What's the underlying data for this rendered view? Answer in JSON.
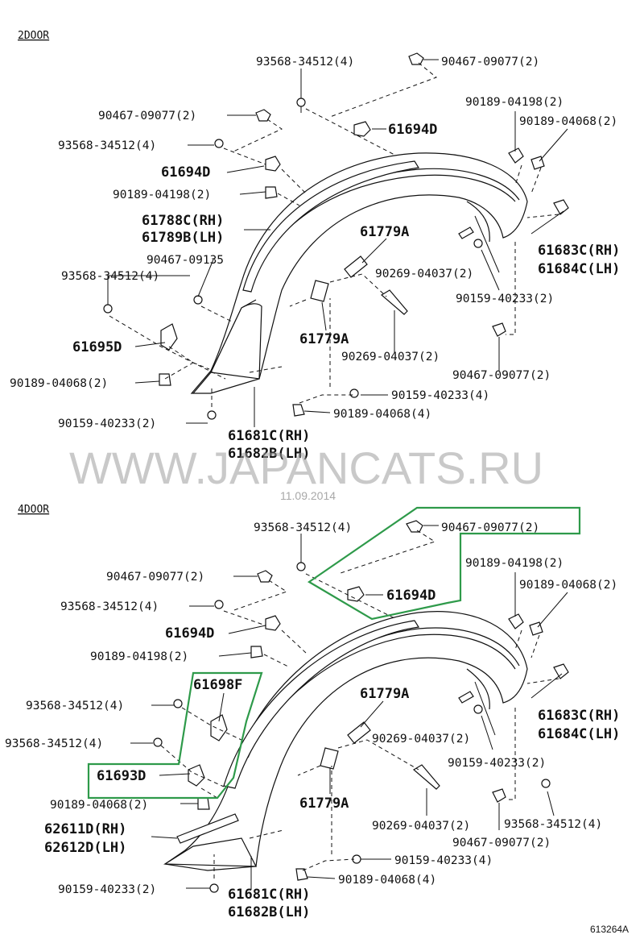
{
  "sections": [
    {
      "title": "2DOOR",
      "parts": [
        {
          "id": "u1",
          "label": "93568-34512(4)"
        },
        {
          "id": "u2",
          "label": "90467-09077(2)"
        },
        {
          "id": "u3",
          "label": "90467-09077(2)"
        },
        {
          "id": "u4",
          "label": "61694D"
        },
        {
          "id": "u5",
          "label": "93568-34512(4)"
        },
        {
          "id": "u6",
          "label": "61694D"
        },
        {
          "id": "u7",
          "label": "90189-04198(2)"
        },
        {
          "id": "u8",
          "label": "90189-04068(2)"
        },
        {
          "id": "u9",
          "label": "90189-04198(2)"
        },
        {
          "id": "u10",
          "label": "61788C(RH)"
        },
        {
          "id": "u11",
          "label": "61789B(LH)"
        },
        {
          "id": "u12",
          "label": "61779A"
        },
        {
          "id": "u13",
          "label": "90467-09135"
        },
        {
          "id": "u14",
          "label": "93568-34512(4)"
        },
        {
          "id": "u15",
          "label": "90269-04037(2)"
        },
        {
          "id": "u16",
          "label": "61683C(RH)"
        },
        {
          "id": "u17",
          "label": "61684C(LH)"
        },
        {
          "id": "u18",
          "label": "90159-40233(2)"
        },
        {
          "id": "u19",
          "label": "61695D"
        },
        {
          "id": "u20",
          "label": "61779A"
        },
        {
          "id": "u21",
          "label": "90269-04037(2)"
        },
        {
          "id": "u22",
          "label": "90467-09077(2)"
        },
        {
          "id": "u23",
          "label": "90189-04068(2)"
        },
        {
          "id": "u24",
          "label": "90159-40233(4)"
        },
        {
          "id": "u25",
          "label": "90189-04068(4)"
        },
        {
          "id": "u26",
          "label": "90159-40233(2)"
        },
        {
          "id": "u27",
          "label": "61681C(RH)"
        },
        {
          "id": "u28",
          "label": "61682B(LH)"
        }
      ]
    },
    {
      "title": "4DOOR",
      "parts": [
        {
          "id": "l1",
          "label": "93568-34512(4)"
        },
        {
          "id": "l2",
          "label": "90467-09077(2)"
        },
        {
          "id": "l3",
          "label": "90467-09077(2)"
        },
        {
          "id": "l4",
          "label": "90189-04198(2)"
        },
        {
          "id": "l5",
          "label": "93568-34512(4)"
        },
        {
          "id": "l6",
          "label": "61694D"
        },
        {
          "id": "l7",
          "label": "90189-04068(2)"
        },
        {
          "id": "l8",
          "label": "61694D"
        },
        {
          "id": "l9",
          "label": "90189-04198(2)"
        },
        {
          "id": "l10",
          "label": "61698F"
        },
        {
          "id": "l11",
          "label": "61779A"
        },
        {
          "id": "l12",
          "label": "93568-34512(4)"
        },
        {
          "id": "l13",
          "label": "61683C(RH)"
        },
        {
          "id": "l14",
          "label": "90269-04037(2)"
        },
        {
          "id": "l15",
          "label": "61684C(LH)"
        },
        {
          "id": "l16",
          "label": "93568-34512(4)"
        },
        {
          "id": "l17",
          "label": "90159-40233(2)"
        },
        {
          "id": "l18",
          "label": "61693D"
        },
        {
          "id": "l19",
          "label": "90189-04068(2)"
        },
        {
          "id": "l20",
          "label": "61779A"
        },
        {
          "id": "l21",
          "label": "62611D(RH)"
        },
        {
          "id": "l22",
          "label": "90269-04037(2)"
        },
        {
          "id": "l23",
          "label": "93568-34512(4)"
        },
        {
          "id": "l24",
          "label": "62612D(LH)"
        },
        {
          "id": "l25",
          "label": "90467-09077(2)"
        },
        {
          "id": "l26",
          "label": "90159-40233(4)"
        },
        {
          "id": "l27",
          "label": "90189-04068(4)"
        },
        {
          "id": "l28",
          "label": "90159-40233(2)"
        },
        {
          "id": "l29",
          "label": "61681C(RH)"
        },
        {
          "id": "l30",
          "label": "61682B(LH)"
        }
      ]
    }
  ],
  "watermark": {
    "text": "WWW.JAPANCATS.RU",
    "date": "11.09.2014"
  },
  "figure_ref": "613264A",
  "colors": {
    "highlight": "#2e9a4a",
    "ink": "#111111",
    "watermark": "#9c9c9c"
  }
}
